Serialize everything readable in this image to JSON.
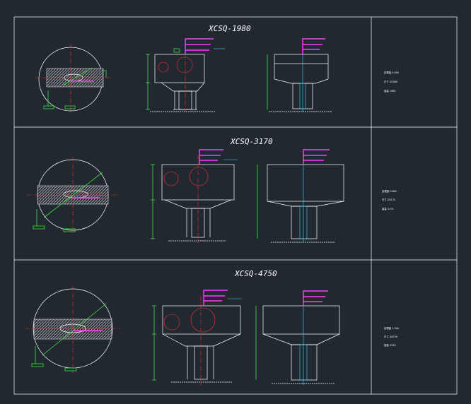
{
  "drawing": {
    "background": "#212830",
    "line_color": "#ffffff",
    "colors": {
      "green": "#3fe03f",
      "red": "#ff3030",
      "magenta": "#ff3cff",
      "cyan": "#36d6ff"
    },
    "rows": [
      {
        "title": "XCSQ-1980",
        "spec_lines": [
          "处理量  0.5t/h",
          "尺寸  Ø1980",
          "重量  1980"
        ]
      },
      {
        "title": "XCSQ-3170",
        "spec_lines": [
          "处理量  0.8t/h",
          "尺寸  Ø3170",
          "重量  3170"
        ]
      },
      {
        "title": "XCSQ-4750",
        "spec_lines": [
          "处理量  1.2t/h",
          "尺寸  Ø4750",
          "重量  4750"
        ]
      }
    ]
  }
}
